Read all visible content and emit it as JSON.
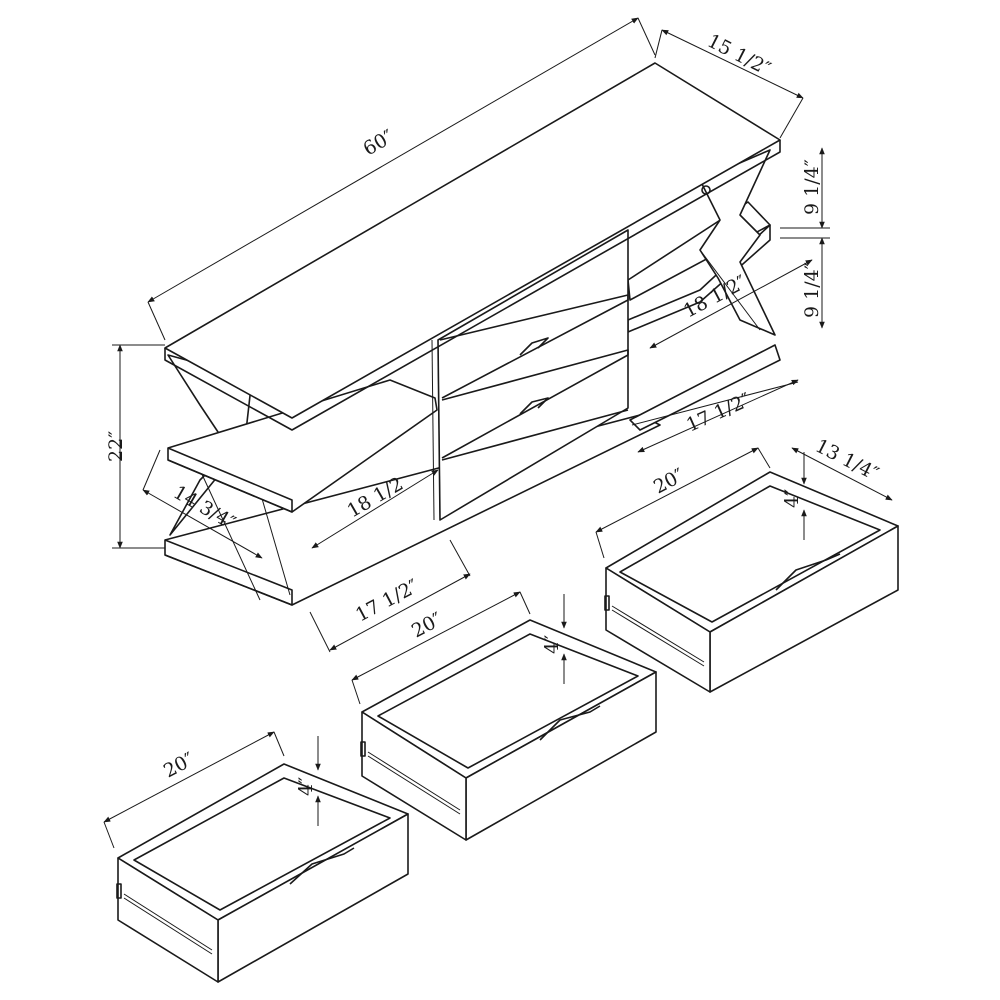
{
  "dimensions": {
    "total_width": "60″",
    "depth": "15 1/2″",
    "height": "22″",
    "top_shelf_gap": "9 1/4″",
    "lower_shelf_gap": "9 1/4″",
    "right_shelf_depth": "18 1/2″",
    "right_shelf_width": "17 1/2″",
    "left_side_depth": "14 3/4″",
    "left_shelf_depth": "18 1/2",
    "left_shelf_width": "17 1/2″",
    "drawer_right_width": "20″",
    "drawer_right_depth": "13 1/4″",
    "drawer_right_height": "4″",
    "drawer_middle_width": "20″",
    "drawer_middle_height": "4″",
    "drawer_left_width": "20″",
    "drawer_left_height": "4″"
  },
  "colors": {
    "line": "#1a1a1a",
    "background": "#ffffff"
  }
}
